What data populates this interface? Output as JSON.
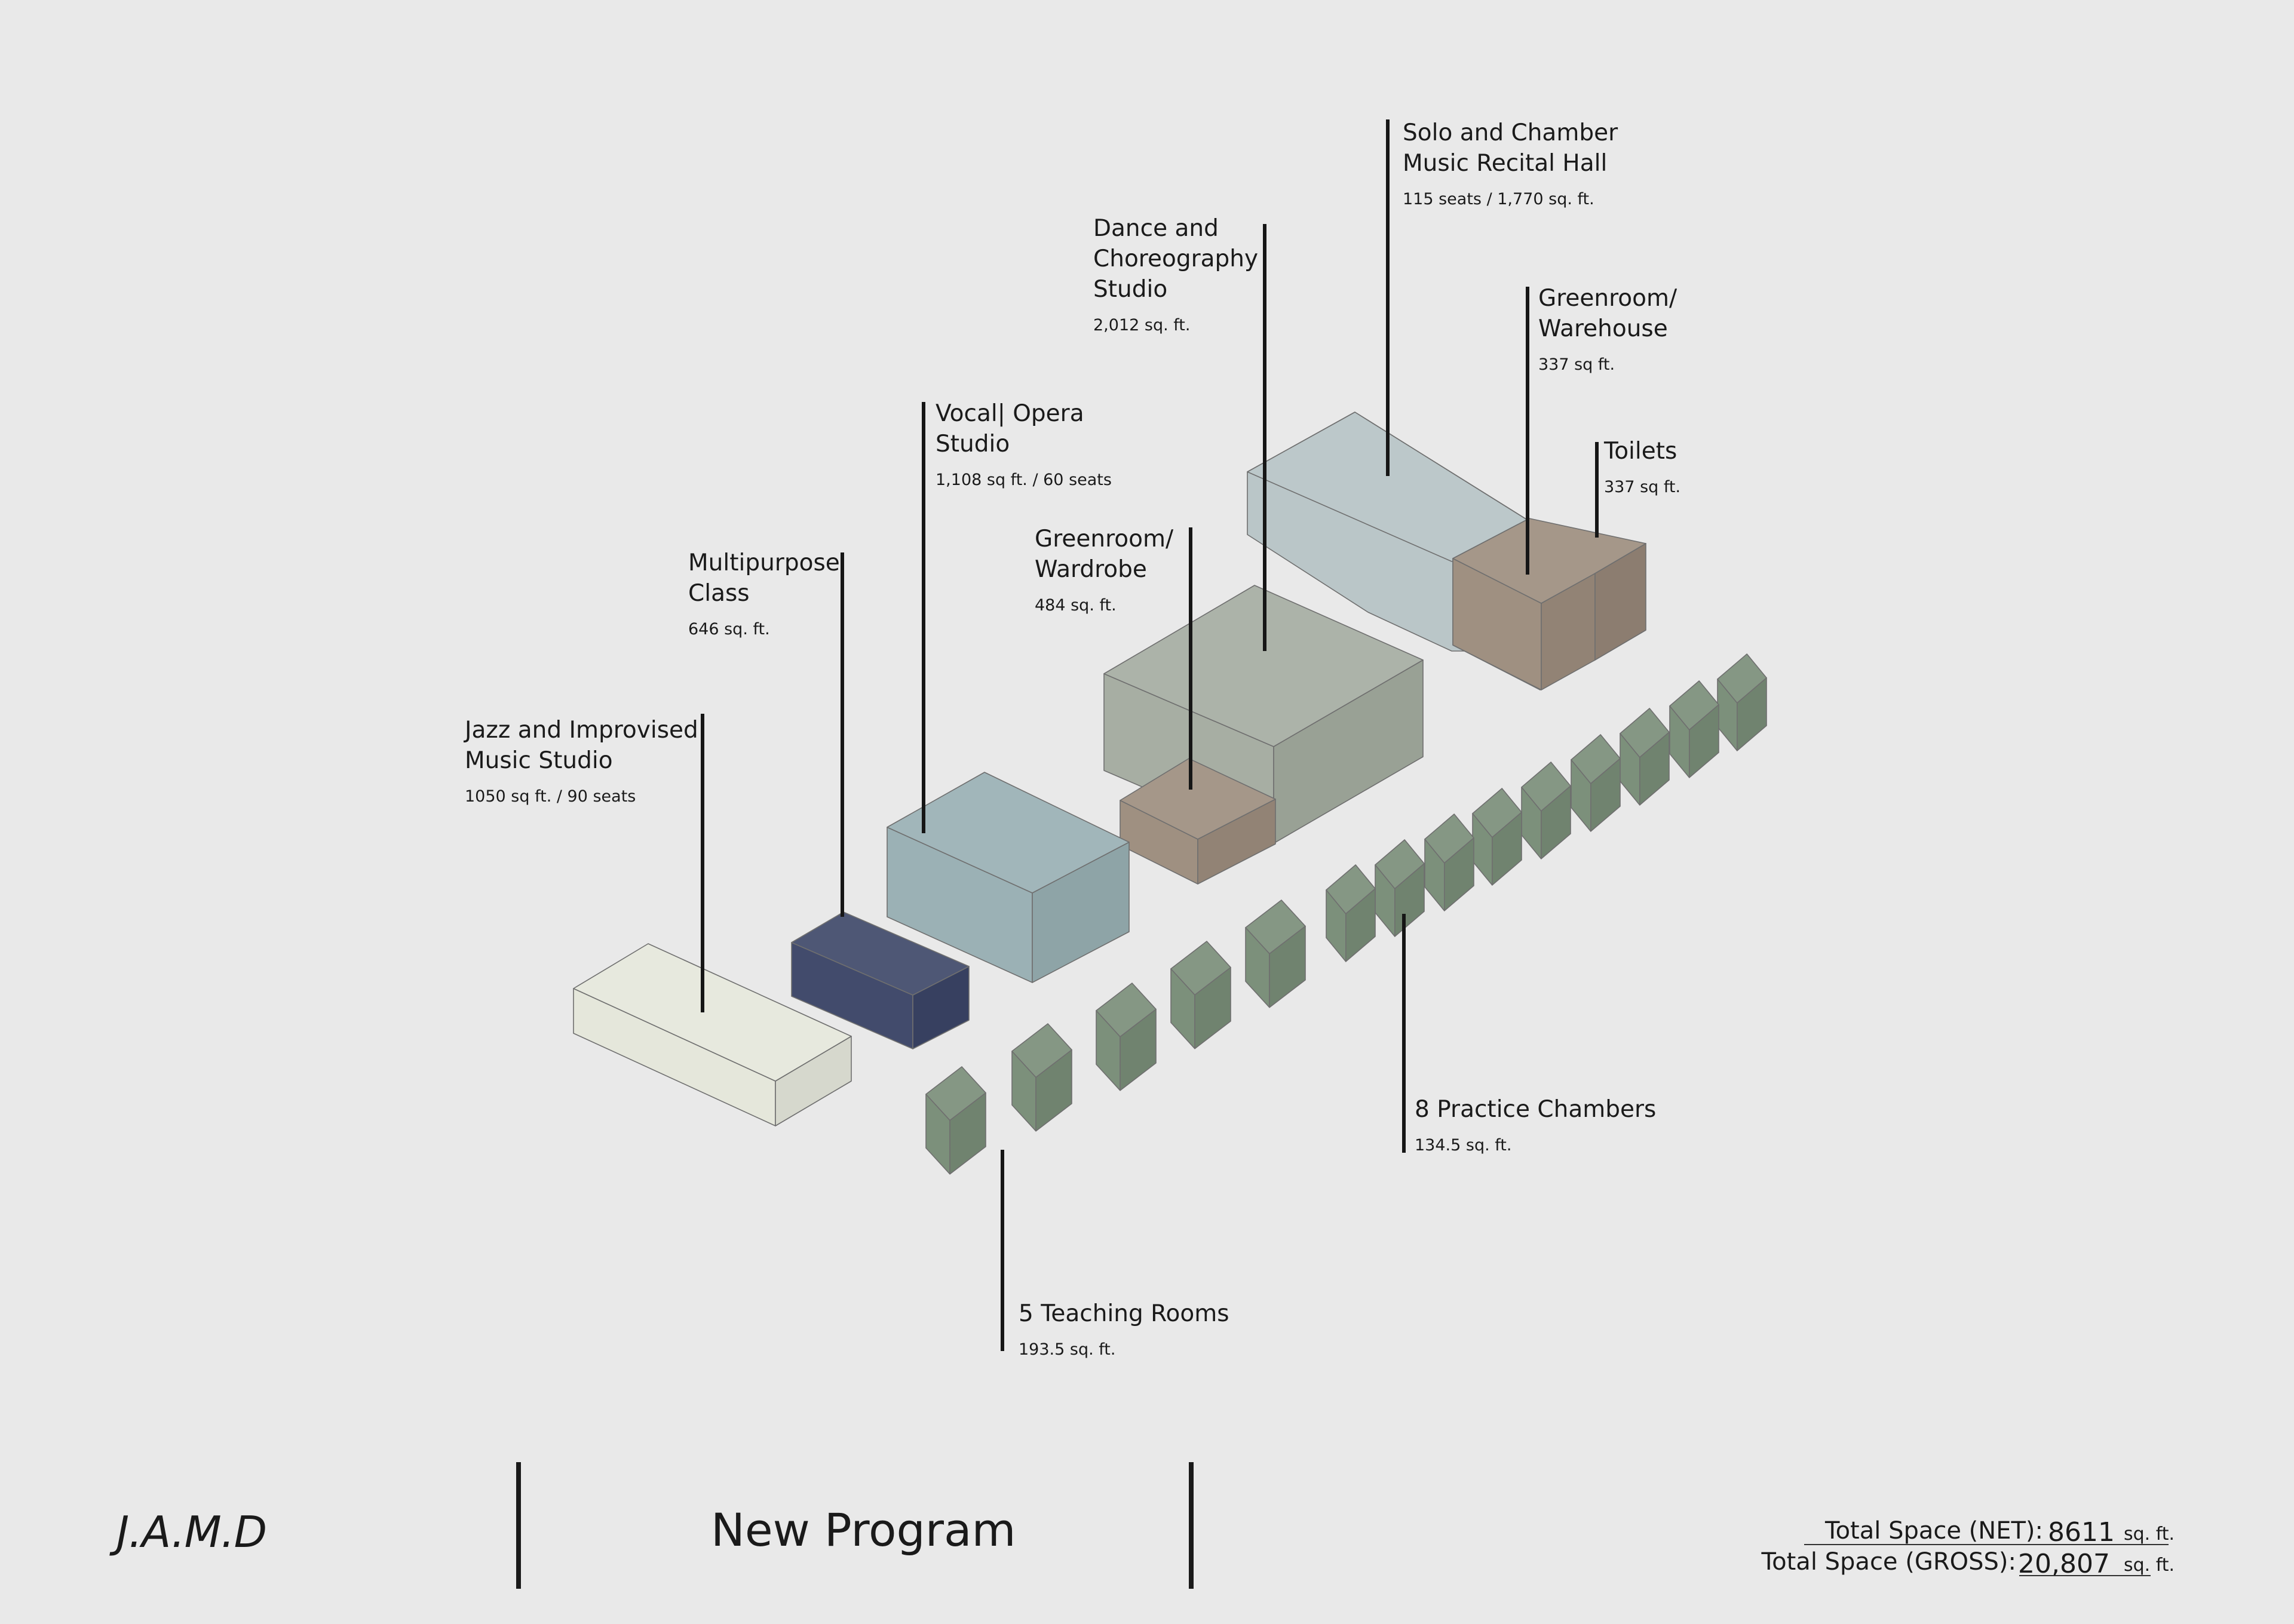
{
  "title": "New Program",
  "logo": "J.A.M.D",
  "totals": {
    "net_label": "Total Space (NET):",
    "net_value": "8611",
    "gross_label": "Total Space (GROSS):",
    "gross_value": "20,807",
    "unit": "sq. ft."
  },
  "spaces": [
    {
      "id": "jazz",
      "name_lines": [
        "Jazz and Improvised",
        "Music Studio"
      ],
      "detail": "1050 sq ft. / 90 seats",
      "color": "#e4e6da"
    },
    {
      "id": "multi",
      "name_lines": [
        "Multipurpose",
        "Class"
      ],
      "detail": "646 sq. ft.",
      "color": "#3a4466"
    },
    {
      "id": "vocal",
      "name_lines": [
        "Vocal| Opera",
        "Studio"
      ],
      "detail": "1,108 sq ft. / 60 seats",
      "color": "#97aeb2"
    },
    {
      "id": "greenroom-wardrobe",
      "name_lines": [
        "Greenroom/",
        "Wardrobe"
      ],
      "detail": "484 sq. ft.",
      "color": "#9b8b7c"
    },
    {
      "id": "dance",
      "name_lines": [
        "Dance and",
        "Choreography",
        "Studio"
      ],
      "detail": "2,012 sq. ft.",
      "color": "#a3ab9f"
    },
    {
      "id": "recital",
      "name_lines": [
        "Solo and Chamber",
        "Music Recital Hall"
      ],
      "detail": "115 seats / 1,770 sq. ft.",
      "color": "#b5c2c4"
    },
    {
      "id": "greenroom-warehouse",
      "name_lines": [
        "Greenroom/",
        "Warehouse"
      ],
      "detail": "337 sq ft.",
      "color": "#9b8b7c"
    },
    {
      "id": "toilets",
      "name_lines": [
        "Toilets"
      ],
      "detail": "337 sq ft.",
      "color": "#9b8b7c"
    },
    {
      "id": "practice",
      "name_lines": [
        "8 Practice Chambers"
      ],
      "detail": "134.5 sq. ft.",
      "color": "#778b76"
    },
    {
      "id": "teaching",
      "name_lines": [
        "5 Teaching Rooms"
      ],
      "detail": "193.5 sq. ft.",
      "color": "#778b76"
    }
  ]
}
